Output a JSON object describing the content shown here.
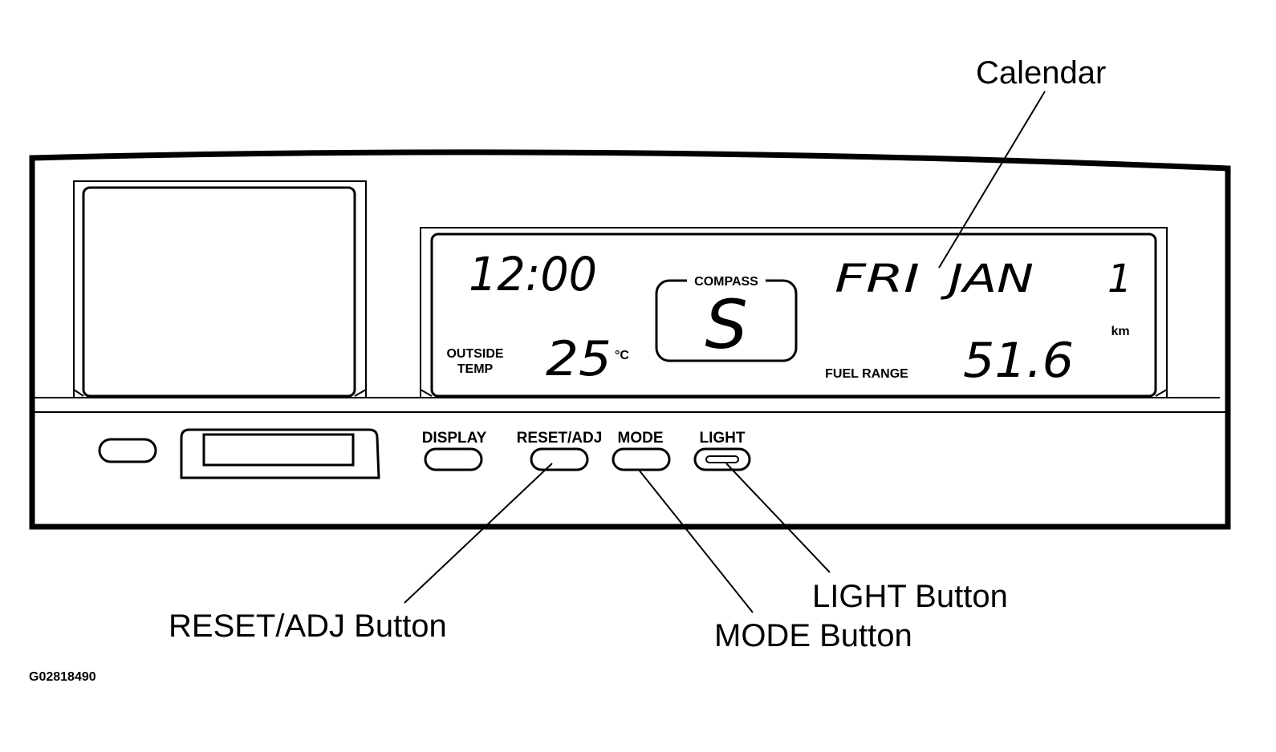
{
  "display": {
    "clock": "12:00",
    "compass_label": "COMPASS",
    "compass_heading": "S",
    "day": "FRI",
    "month": "JAN",
    "date": "1",
    "outside_temp_label_line1": "OUTSIDE",
    "outside_temp_label_line2": "TEMP",
    "outside_temp_value": "25",
    "temp_unit": "°C",
    "fuel_range_label": "FUEL RANGE",
    "fuel_range_value": "51.6",
    "fuel_range_unit": "km"
  },
  "buttons": {
    "display": "DISPLAY",
    "reset_adj": "RESET/ADJ",
    "mode": "MODE",
    "light": "LIGHT"
  },
  "callouts": {
    "calendar": "Calendar",
    "reset_adj_button": "RESET/ADJ Button",
    "mode_button": "MODE Button",
    "light_button": "LIGHT Button"
  },
  "figure_id": "G02818490"
}
